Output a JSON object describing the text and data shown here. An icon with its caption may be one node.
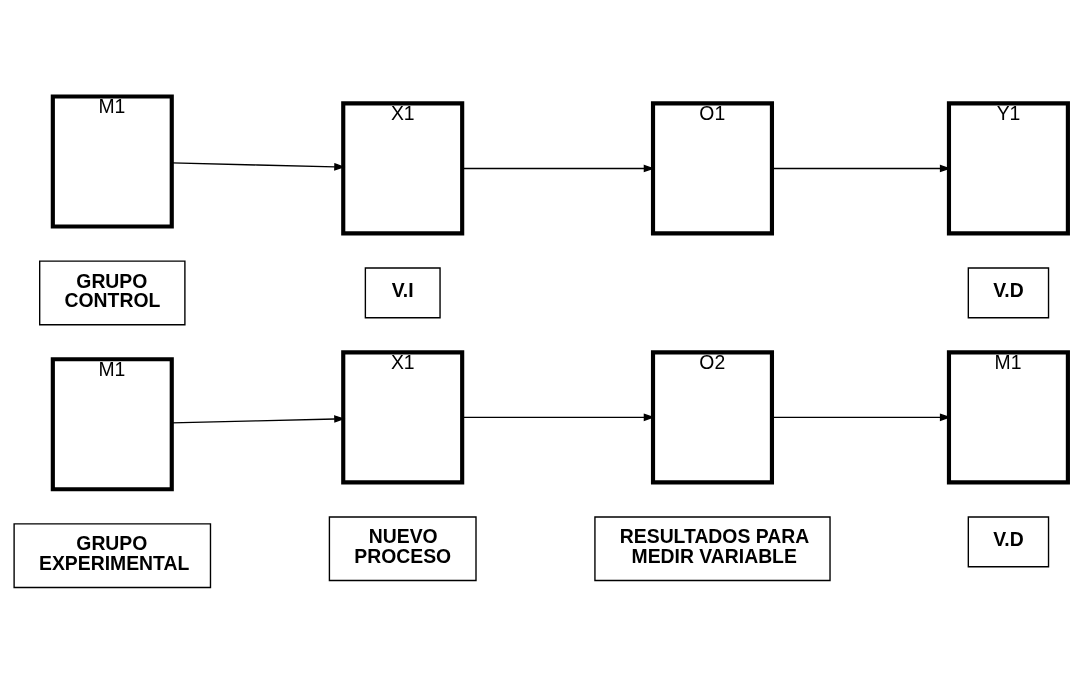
{
  "diagram": {
    "nodes": [
      {
        "text": [
          "M1"
        ]
      },
      {
        "text": [
          "X1"
        ]
      },
      {
        "text": [
          "O1"
        ]
      },
      {
        "text": [
          "Y1"
        ]
      },
      {
        "text": [
          "GRUPO CONTROL"
        ]
      },
      {
        "text": [
          "V.I"
        ]
      },
      {
        "text": [
          "V.D"
        ]
      },
      {
        "text": [
          "M1"
        ]
      },
      {
        "text": [
          "X1"
        ]
      },
      {
        "text": [
          "O2"
        ]
      },
      {
        "text": [
          "M1"
        ]
      },
      {
        "text": [
          "GRUPO EXPERIMENTAL"
        ]
      },
      {
        "text": [
          "NUEVO PROCESO"
        ]
      },
      {
        "text": [
          "RESULTADOS PARA MEDIR VARIABLE"
        ]
      },
      {
        "text": [
          "V.D"
        ]
      }
    ],
    "edges": [
      {
        "from": 0,
        "to": 1,
        "arrow": "to"
      },
      {
        "from": 1,
        "to": 2,
        "arrow": "to"
      },
      {
        "from": 2,
        "to": 3,
        "arrow": "to"
      },
      {
        "from": 7,
        "to": 8,
        "arrow": "to"
      },
      {
        "from": 8,
        "to": 9,
        "arrow": "to"
      },
      {
        "from": 9,
        "to": 10,
        "arrow": "to"
      }
    ]
  }
}
